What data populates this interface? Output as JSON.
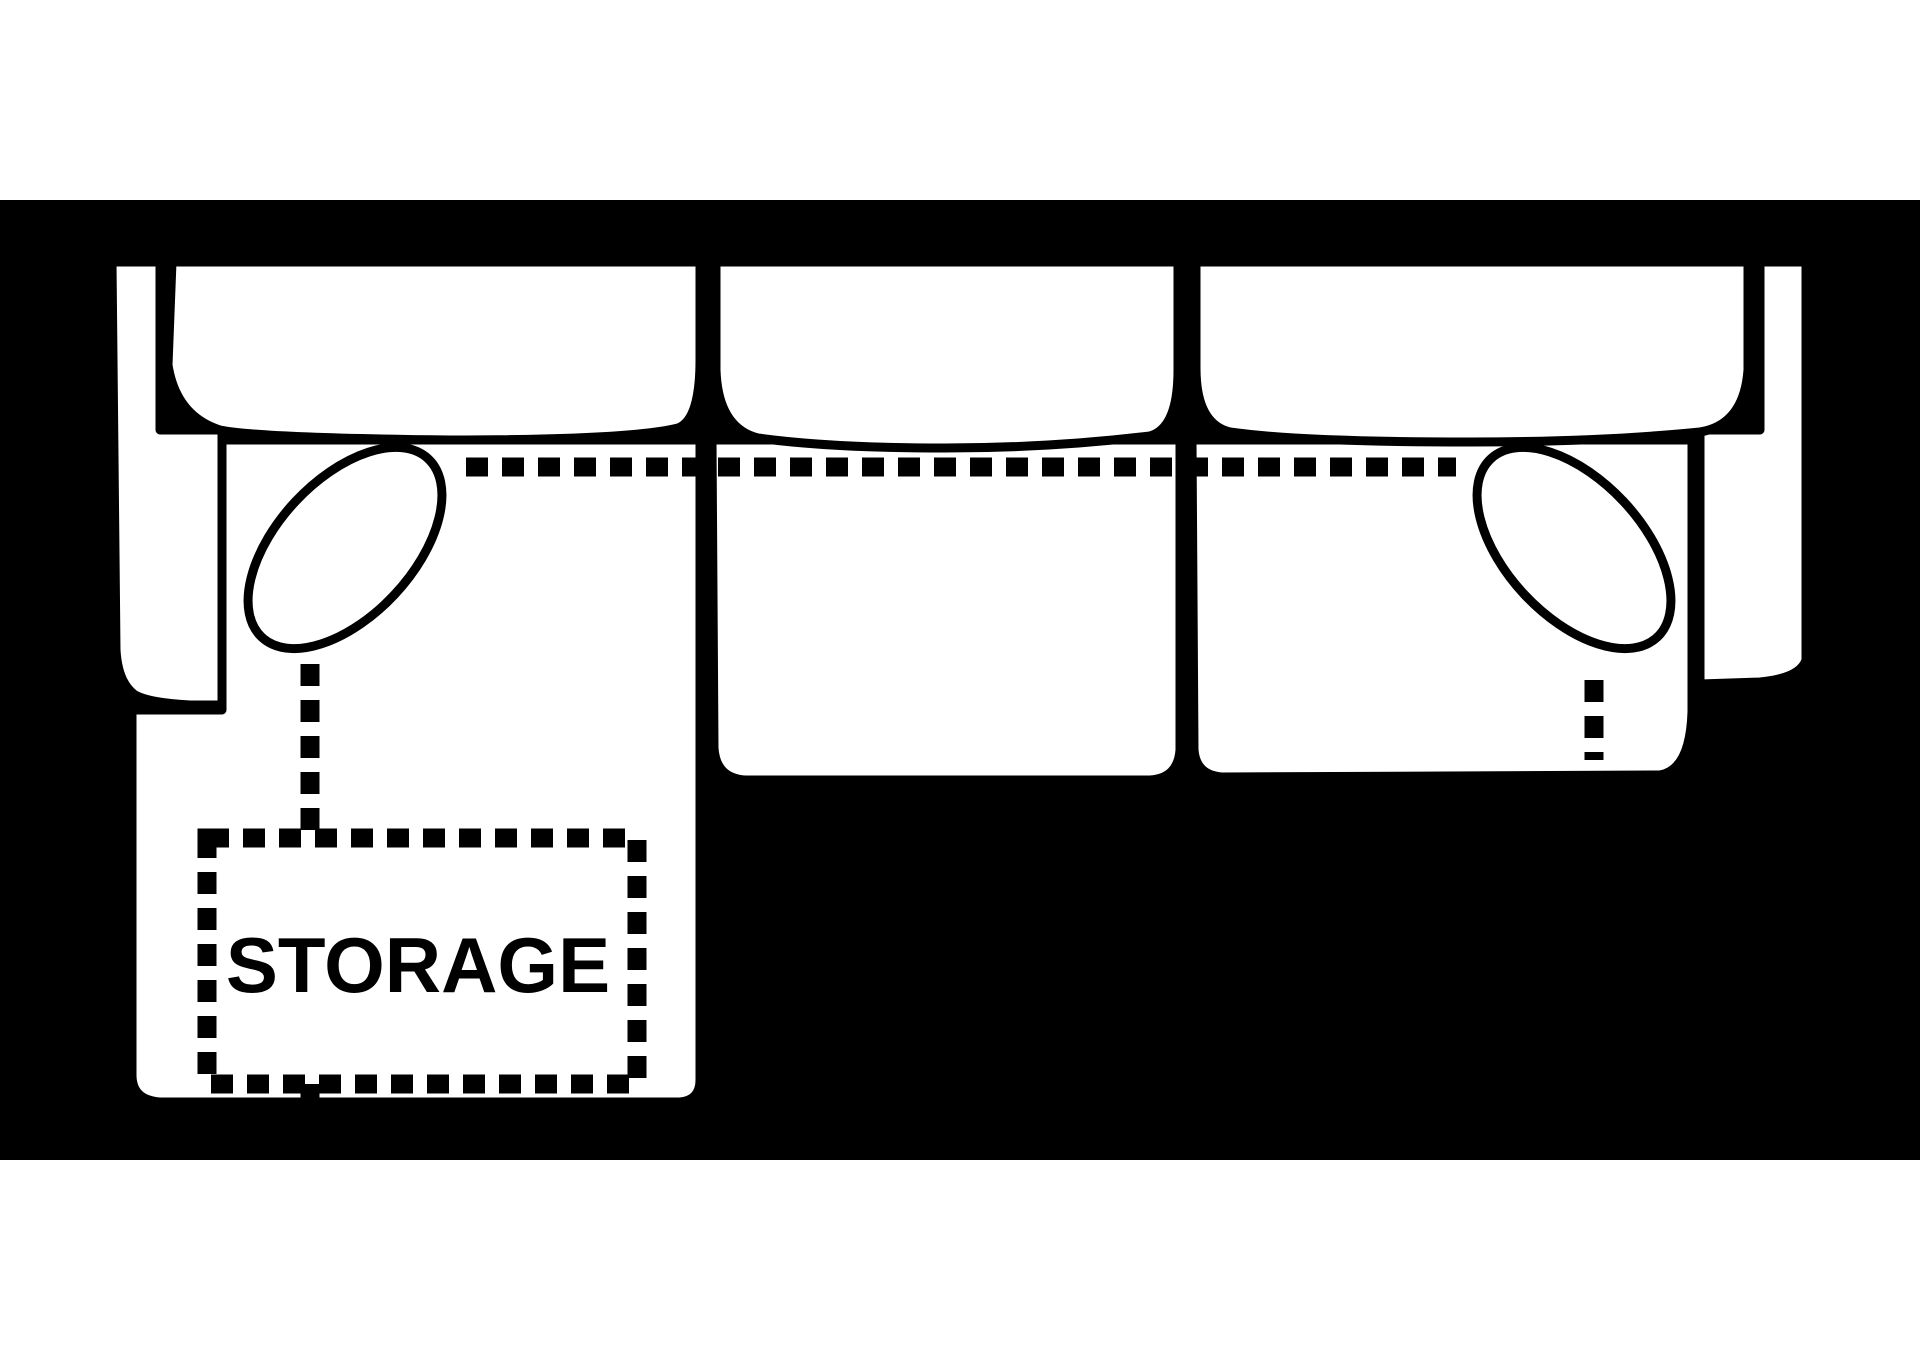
{
  "diagram": {
    "type": "sofa-top-view",
    "modules": [
      "chaise-left",
      "middle-seat",
      "corner-right"
    ],
    "storage_label": "STORAGE",
    "colors": {
      "background": "#000000",
      "sofa_fill": "#ffffff",
      "outline": "#000000",
      "page": "#ffffff"
    }
  }
}
